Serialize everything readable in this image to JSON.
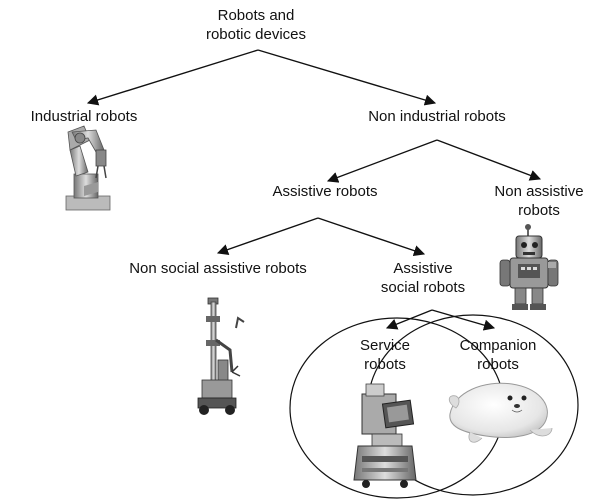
{
  "nodes": {
    "root": "Robots and\nrobotic devices",
    "industrial": "Industrial robots",
    "non_industrial": "Non industrial robots",
    "assistive": "Assistive robots",
    "non_assistive": "Non assistive\nrobots",
    "non_social_assistive": "Non social assistive robots",
    "assistive_social": "Assistive\nsocial robots",
    "service": "Service\nrobots",
    "companion": "Companion\nrobots"
  },
  "pictures": {
    "industrial": "industrial-robot-arm-photo",
    "non_assistive": "toy-tin-robot-photo",
    "non_social_assistive": "mobile-manipulator-robot-photo",
    "service": "service-robot-photo",
    "companion": "seal-companion-robot-photo"
  },
  "colors": {
    "line": "#111111",
    "text": "#111111",
    "background": "#ffffff"
  }
}
